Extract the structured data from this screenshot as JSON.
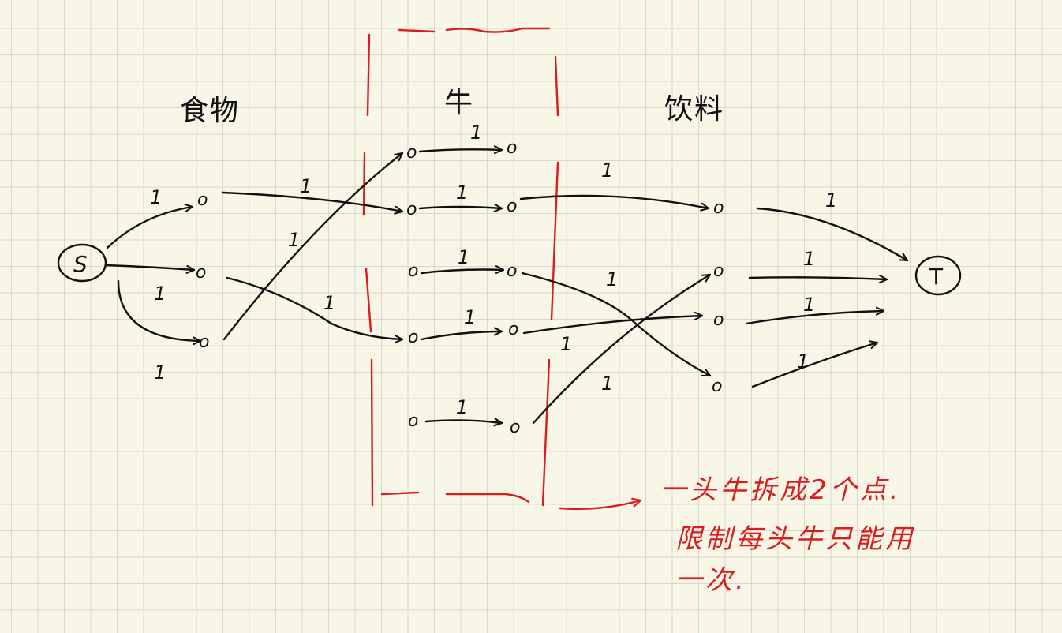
{
  "columns": {
    "food": "食物",
    "cow": "牛",
    "drink": "饮料"
  },
  "source": "S",
  "sink": "T",
  "capacity_label": "1",
  "node_label": "o",
  "note_lines": [
    "一头牛拆成2个点.",
    "限制每头牛只能用",
    "一次."
  ],
  "colors": {
    "ink": "#111111",
    "annotation": "#d81e1e"
  }
}
